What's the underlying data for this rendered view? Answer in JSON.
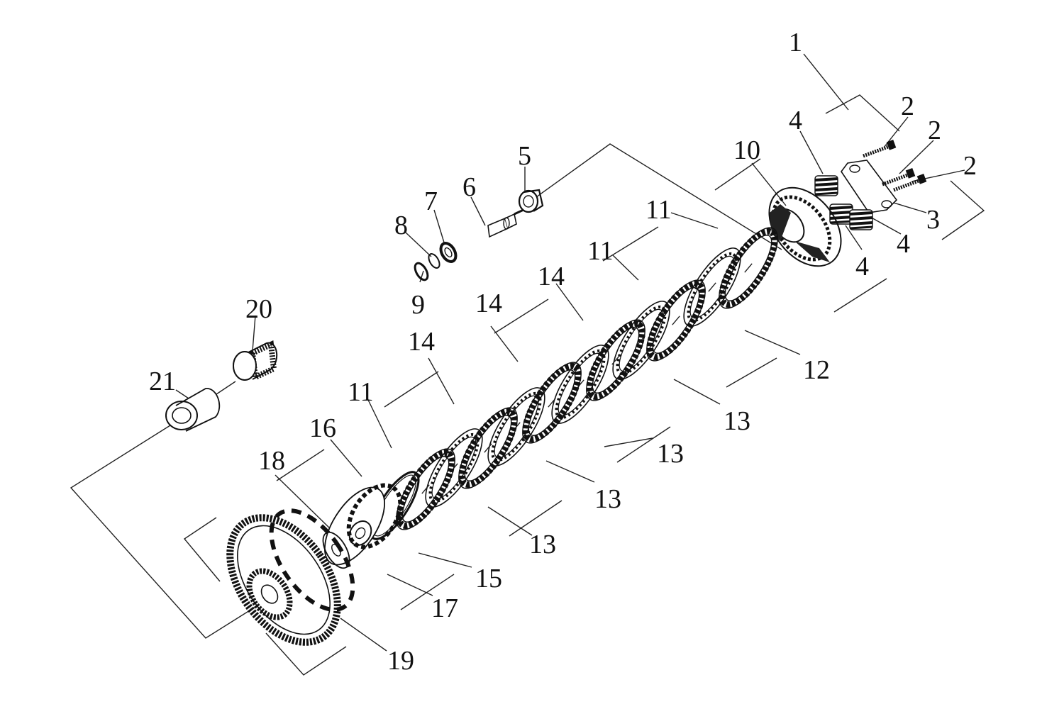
{
  "diagram": {
    "labels": {
      "l1": "1",
      "l2a": "2",
      "l2b": "2",
      "l2c": "2",
      "l3": "3",
      "l4a": "4",
      "l4b": "4",
      "l4c": "4",
      "l5": "5",
      "l6": "6",
      "l7": "7",
      "l8": "8",
      "l9": "9",
      "l10": "10",
      "l11a": "11",
      "l11b": "11",
      "l11c": "11",
      "l12": "12",
      "l13a": "13",
      "l13b": "13",
      "l13c": "13",
      "l13d": "13",
      "l14a": "14",
      "l14b": "14",
      "l14c": "14",
      "l15": "15",
      "l16": "16",
      "l17": "17",
      "l18": "18",
      "l19": "19",
      "l20": "20",
      "l21": "21"
    }
  }
}
